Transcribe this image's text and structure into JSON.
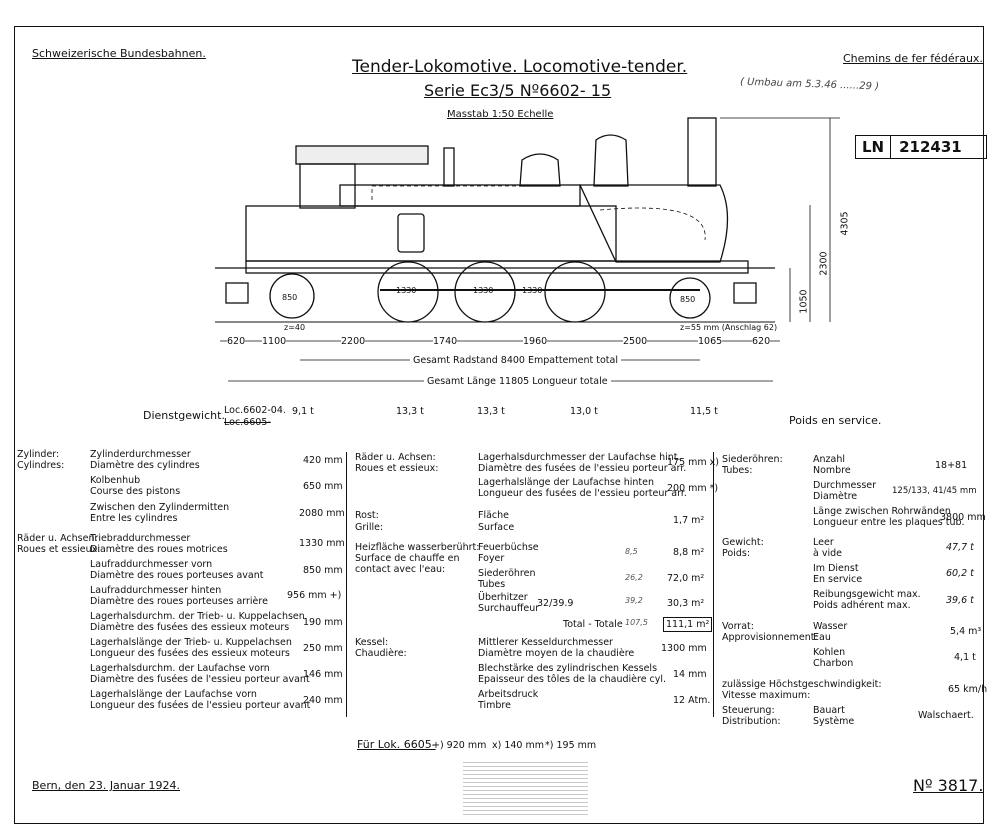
{
  "header": {
    "left": "Schweizerische Bundesbahnen.",
    "right": "Chemins de fer fédéraux.",
    "title": "Tender-Lokomotive.  Locomotive-tender.",
    "series": "Serie Ec3/5 Nº6602- 15",
    "scale": "Masstab 1:50 Echelle",
    "handnote": "( Umbau am 5.3.46 ......29 )",
    "ln_label": "LN",
    "ln_number": "212431"
  },
  "dimensions": {
    "heights": [
      "4305",
      "2300",
      "1050"
    ],
    "segments": [
      "620",
      "1100",
      "2200",
      "1740",
      "1960",
      "2500",
      "1065",
      "620"
    ],
    "wheel_labels": [
      "850",
      "1330",
      "1330",
      "1330",
      "850"
    ],
    "below_note": "z=40",
    "right_note": "z=55 mm (Anschlag 62)",
    "wheelbase": "Gesamt Radstand 8400 Empattement total",
    "length": "Gesamt Länge 11805 Longueur totale"
  },
  "weights": {
    "label_de": "Dienstgewicht.",
    "loco_line1": "Loc.6602-04.",
    "loco_line2": "Loc.6605-",
    "axles": [
      "9,1 t",
      "13,3 t",
      "13,3 t",
      "13,0 t",
      "11,5 t"
    ],
    "label_fr": "Poids en service."
  },
  "col1": [
    {
      "head_de": "Zylinder:",
      "head_fr": "Cylindres:",
      "de": "Zylinderdurchmesser",
      "fr": "Diamètre des cylindres",
      "val": "420 mm"
    },
    {
      "de": "Kolbenhub",
      "fr": "Course des pistons",
      "val": "650 mm"
    },
    {
      "de": "Zwischen den Zylindermitten",
      "fr": "Entre les cylindres",
      "val": "2080 mm"
    },
    {
      "head_de": "Räder u. Achsen:",
      "head_fr": "Roues et essieux:",
      "de": "Triebraddurchmesser",
      "fr": "Diamètre des roues motrices",
      "val": "1330 mm"
    },
    {
      "de": "Laufraddurchmesser vorn",
      "fr": "Diamètre des roues porteuses avant",
      "val": "850 mm"
    },
    {
      "de": "Laufraddurchmesser hinten",
      "fr": "Diamètre des roues porteuses arrière",
      "val": "956 mm +)"
    },
    {
      "de": "Lagerhalsdurchm. der Trieb- u. Kuppelachsen",
      "fr": "Diamètre des fusées des essieux moteurs",
      "val": "190 mm"
    },
    {
      "de": "Lagerhalslänge der Trieb- u. Kuppelachsen",
      "fr": "Longueur des fusées des essieux moteurs",
      "val": "250 mm"
    },
    {
      "de": "Lagerhalsdurchm. der Laufachse vorn",
      "fr": "Diamètre des fusées de l'essieu porteur avant",
      "val": "146 mm"
    },
    {
      "de": "Lagerhalslänge der Laufachse vorn",
      "fr": "Longueur des fusées de l'essieu porteur avant",
      "val": "240 mm"
    }
  ],
  "col2": [
    {
      "head_de": "Räder u. Achsen:",
      "head_fr": "Roues et essieux:",
      "de": "Lagerhalsdurchmesser der Laufachse hint.",
      "fr": "Diamètre des fusées de l'essieu porteur arr.",
      "val": "175 mm x)"
    },
    {
      "de": "Lagerhalslänge der Laufachse hinten",
      "fr": "Longueur des fusées de l'essieu porteur arr.",
      "val": "200 mm *)"
    },
    {
      "head_de": "Rost:",
      "head_fr": "Grille:",
      "de": "Fläche",
      "fr": "Surface",
      "val": "1,7 m²"
    },
    {
      "head_de": "Heizfläche wasserberührt:",
      "head_fr": "Surface de chauffe en contact avec l'eau:",
      "de": "Feuerbüchse",
      "fr": "Foyer",
      "val": "8,8 m²",
      "hw": "8,5"
    },
    {
      "de": "Siederöhren",
      "fr": "Tubes",
      "val": "72,0 m²",
      "hw": "26,2"
    },
    {
      "de": "Überhitzer",
      "fr": "Surchauffeur",
      "val": "30,3 m²",
      "hw": "39,2",
      "pre": "32/39.9"
    },
    {
      "de": "Total - Totale",
      "fr": "",
      "val": "111,1 m²",
      "hw": "107,5"
    },
    {
      "head_de": "Kessel:",
      "head_fr": "Chaudière:",
      "de": "Mittlerer Kesseldurchmesser",
      "fr": "Diamètre moyen de la chaudière",
      "val": "1300 mm"
    },
    {
      "de": "Blechstärke des zylindrischen Kessels",
      "fr": "Epaisseur des tôles de la chaudière cyl.",
      "val": "14 mm"
    },
    {
      "de": "Arbeitsdruck",
      "fr": "Timbre",
      "val": "12 Atm."
    }
  ],
  "col3": [
    {
      "head_de": "Siederöhren:",
      "head_fr": "Tubes:",
      "de": "Anzahl",
      "fr": "Nombre",
      "val": "18+81"
    },
    {
      "de": "Durchmesser",
      "fr": "Diamètre",
      "val": "125/133, 41/45 mm"
    },
    {
      "de": "Länge zwischen Rohrwänden",
      "fr": "Longueur entre les plaques tub.",
      "val": "3800 mm"
    },
    {
      "head_de": "Gewicht:",
      "head_fr": "Poids:",
      "de": "Leer",
      "fr": "à vide",
      "val": "47,7 t"
    },
    {
      "de": "Im Dienst",
      "fr": "En service",
      "val": "60,2 t"
    },
    {
      "de": "Reibungsgewicht max.",
      "fr": "Poids adhérent max.",
      "val": "39,6 t"
    },
    {
      "head_de": "Vorrat:",
      "head_fr": "Approvisionnement:",
      "de": "Wasser",
      "fr": "Eau",
      "val": "5,4 m³"
    },
    {
      "de": "Kohlen",
      "fr": "Charbon",
      "val": "4,1 t"
    },
    {
      "de": "zulässige Höchstgeschwindigkeit:",
      "fr": "Vitesse maximum:",
      "val": "65 km/h"
    },
    {
      "head_de": "Steuerung:",
      "head_fr": "Distribution:",
      "de": "Bauart",
      "fr": "Système",
      "val": "Walschaert."
    }
  ],
  "footnote": {
    "label": "Für Lok. 6605-",
    "a": "+) 920 mm",
    "b": "x) 140 mm",
    "c": "*) 195 mm"
  },
  "footer": {
    "date": "Bern, den 23. Januar 1924.",
    "number": "Nº 3817."
  }
}
